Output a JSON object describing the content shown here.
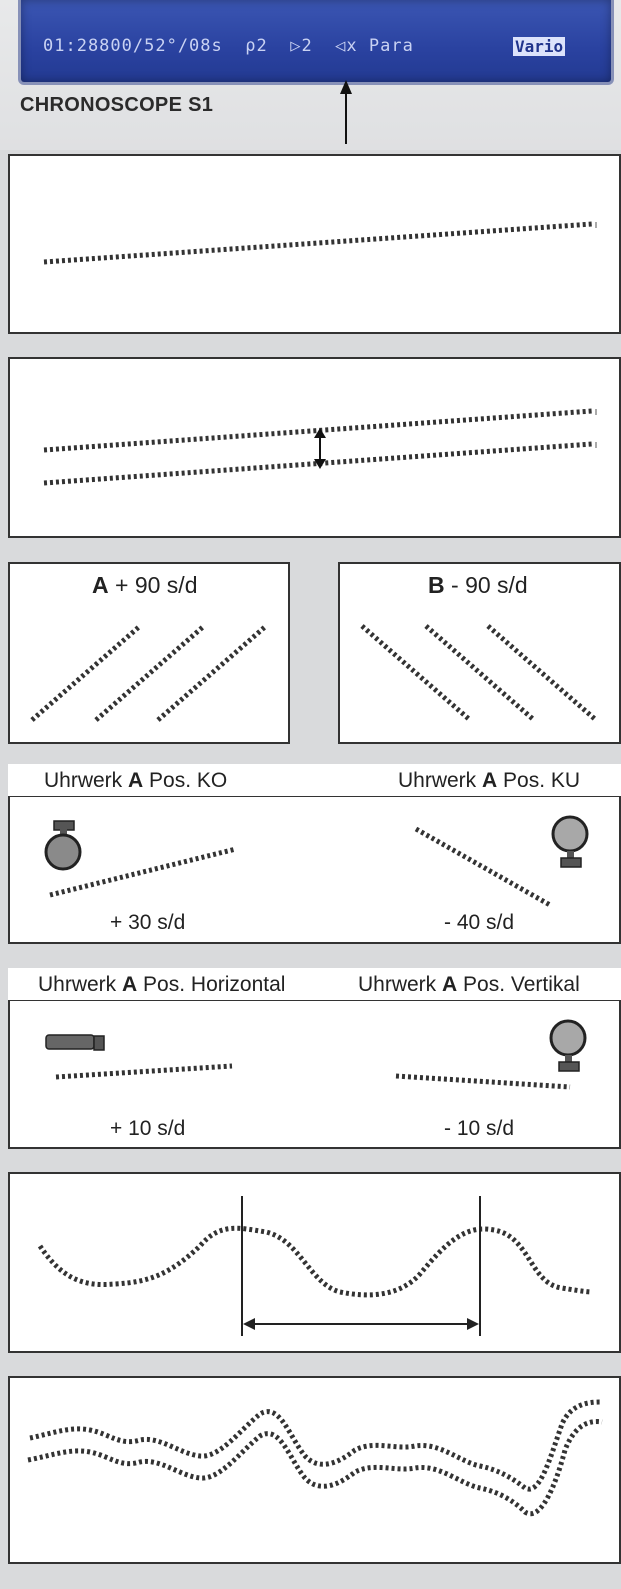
{
  "lcd": {
    "readout": "01:28800/52°/08s",
    "icon_a": "ρ2",
    "icon_b": "▷2",
    "icon_c": "◁x",
    "para": "Para",
    "mode": "Vario"
  },
  "device_name": "CHRONOSCOPE S1",
  "panel3": {
    "left_letter": "A",
    "left_rate": "+ 90 s/d",
    "right_letter": "B",
    "right_rate": "- 90 s/d"
  },
  "panel4": {
    "left_prefix": "Uhrwerk",
    "left_letter": "A",
    "left_pos": "Pos. KO",
    "right_prefix": "Uhrwerk",
    "right_letter": "A",
    "right_pos": "Pos. KU",
    "left_rate": "+ 30 s/d",
    "right_rate": "- 40 s/d"
  },
  "panel5": {
    "left_prefix": "Uhrwerk",
    "left_letter": "A",
    "left_pos": "Pos. Horizontal",
    "right_prefix": "Uhrwerk",
    "right_letter": "A",
    "right_pos": "Pos. Vertikal",
    "left_rate": "+ 10 s/d",
    "right_rate": "- 10 s/d"
  },
  "icons": [
    "watch-crown-up-icon",
    "watch-crown-down-icon",
    "watch-horizontal-icon",
    "watch-vertical-icon"
  ]
}
